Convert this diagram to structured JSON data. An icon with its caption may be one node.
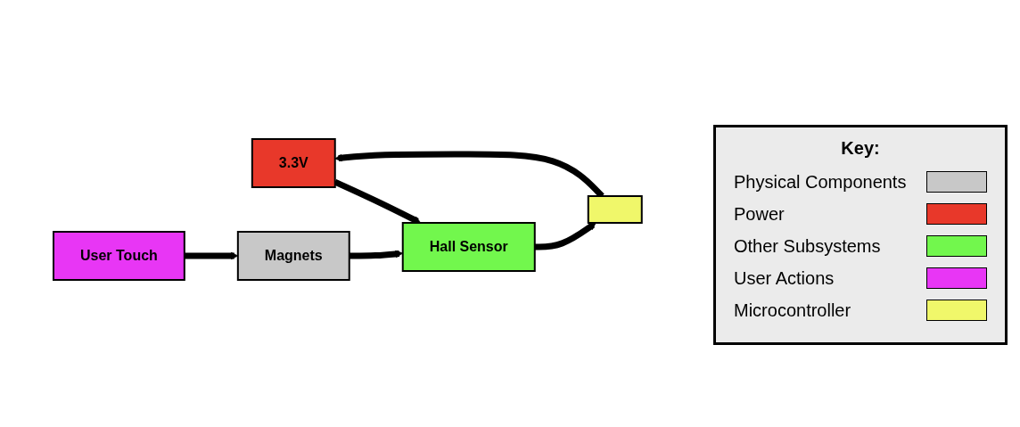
{
  "diagram": {
    "nodes": [
      {
        "text": [
          "3.3V"
        ]
      },
      {
        "text": [
          "Hall Sensor"
        ]
      },
      {
        "text": [
          "Magnets"
        ]
      },
      {
        "text": [
          "User Touch"
        ]
      },
      {
        "text": [],
        "shape": "box"
      }
    ],
    "edges": [
      {
        "from": 0,
        "to": 1,
        "arrow": "to"
      },
      {
        "from": 2,
        "to": 1,
        "arrow": "to"
      },
      {
        "from": 3,
        "to": 2,
        "arrow": "to"
      },
      {
        "from": 1,
        "to": 4,
        "arrow": "to"
      },
      {
        "from": 4,
        "to": 0,
        "arrow": "to"
      }
    ],
    "labels": [
      "Key:"
    ],
    "legend": [
      {
        "text": "Physical Components",
        "color": "#c8c8c8"
      },
      {
        "text": "Power",
        "color": "#e8382a"
      },
      {
        "text": "Other Subsystems",
        "color": "#72f74d"
      },
      {
        "text": "User Actions",
        "color": "#e836f5"
      },
      {
        "text": "Microcontroller",
        "color": "#f0f76a"
      }
    ]
  }
}
